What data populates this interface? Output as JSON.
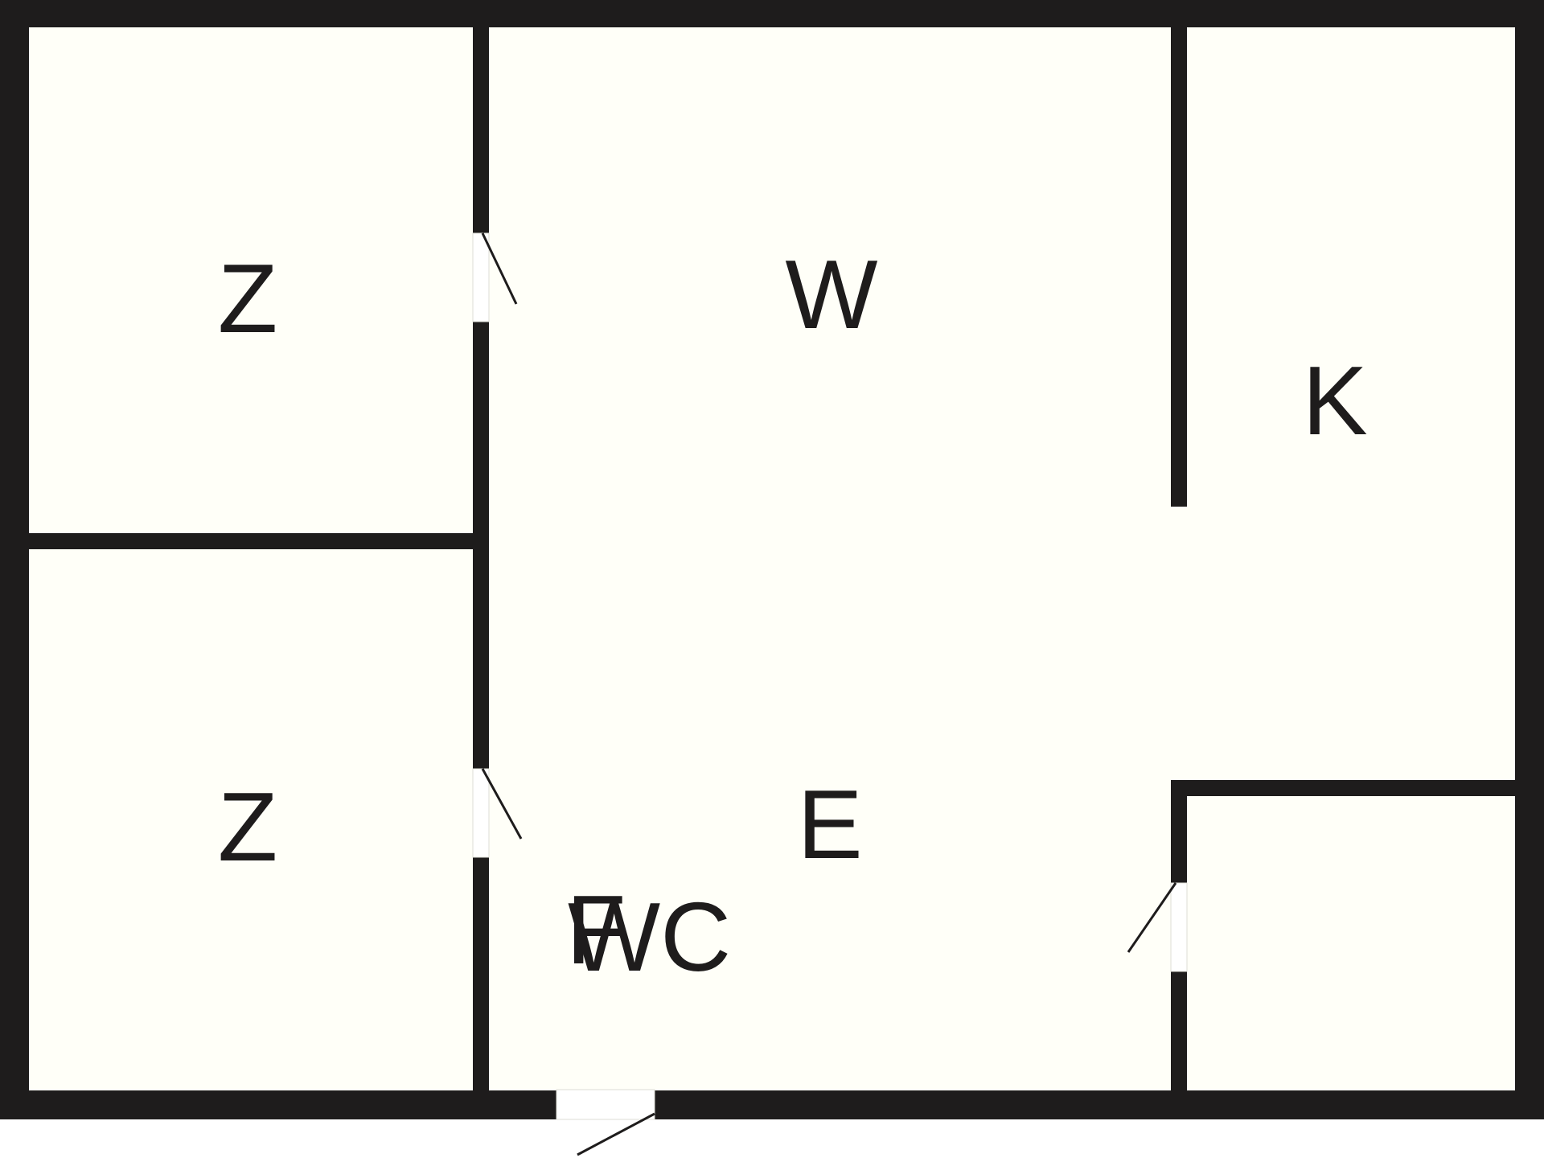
{
  "floorplan": {
    "rooms": [
      {
        "id": "bedroom-top",
        "label": "Z"
      },
      {
        "id": "bedroom-bottom",
        "label": "Z"
      },
      {
        "id": "living",
        "label": "W"
      },
      {
        "id": "kitchen",
        "label": "K"
      },
      {
        "id": "hall",
        "label": "E"
      },
      {
        "id": "bath-overlap",
        "label": "F"
      },
      {
        "id": "wc",
        "label": "WC"
      }
    ],
    "colors": {
      "wall": "#1e1c1c",
      "floor": "#fffff8",
      "background": "#ffffff",
      "opening": "#ffffff"
    }
  }
}
